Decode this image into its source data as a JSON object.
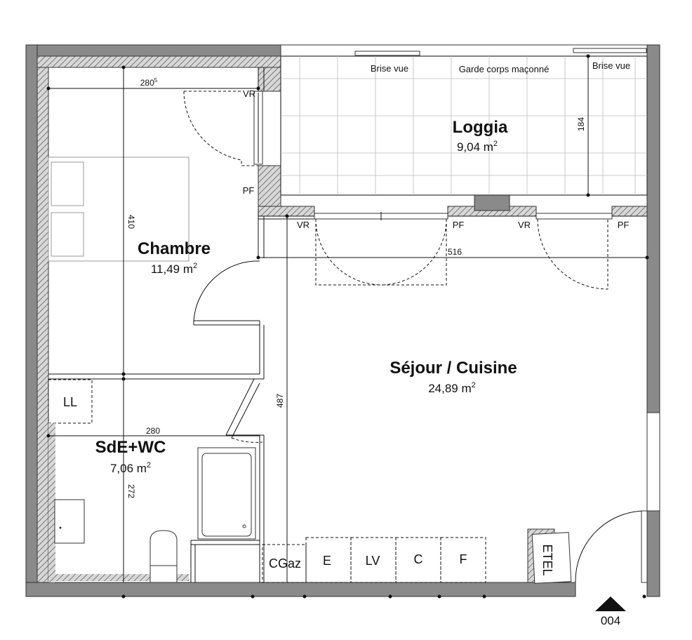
{
  "plan": {
    "rooms": {
      "loggia": {
        "name": "Loggia",
        "area": "9,04 m",
        "sup": "2"
      },
      "chambre": {
        "name": "Chambre",
        "area": "11,49 m",
        "sup": "2"
      },
      "sejour": {
        "name": "Séjour / Cuisine",
        "area": "24,89 m",
        "sup": "2"
      },
      "sde": {
        "name": "SdE+WC",
        "area": "7,06 m",
        "sup": "2"
      }
    },
    "labels": {
      "brise_vue_left": "Brise vue",
      "brise_vue_right": "Brise vue",
      "garde_corps": "Garde corps maçonné",
      "vr_chambre": "VR",
      "pf_chambre": "PF",
      "vr_sejour_1": "VR",
      "pf_sejour_1": "PF",
      "vr_sejour_2": "VR",
      "pf_sejour_2": "PF",
      "ll": "LL",
      "cgaz": "CGaz",
      "e": "E",
      "lv": "LV",
      "c": "C",
      "f": "F",
      "etel": "ETEL",
      "level": "004"
    },
    "dimensions": {
      "chambre_width": "280",
      "chambre_width_sup": "5",
      "chambre_depth": "410",
      "loggia_depth": "184",
      "sejour_width": "516",
      "sejour_depth": "487",
      "sde_width": "280",
      "sde_depth": "272"
    }
  }
}
